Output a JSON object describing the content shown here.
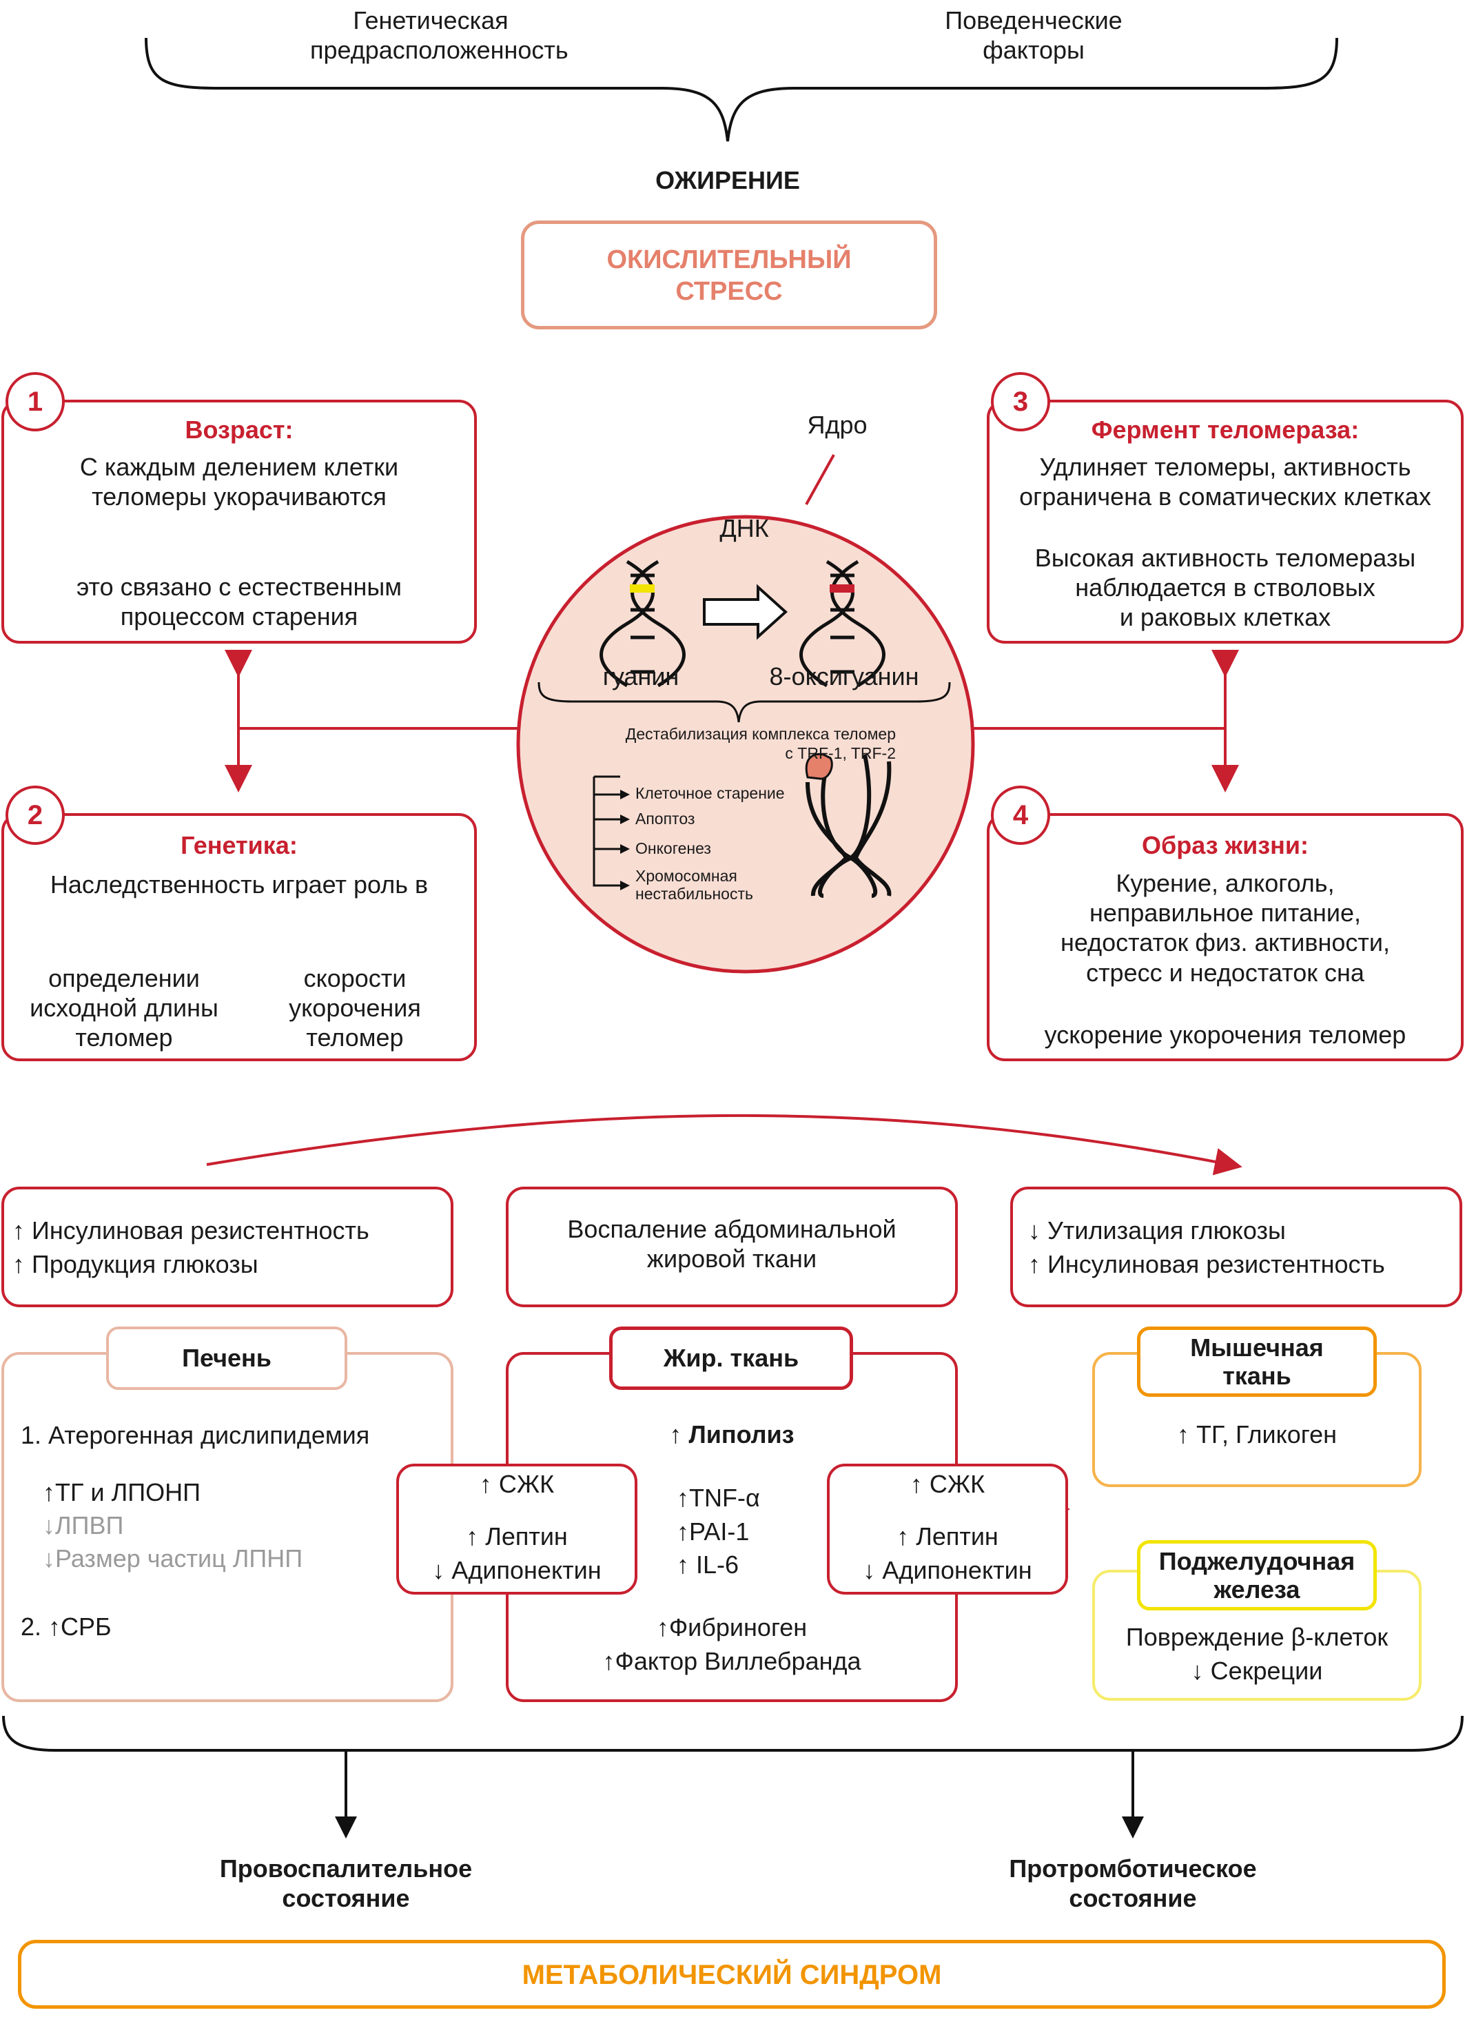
{
  "top": {
    "genetic": "Генетическая\nпредрасположенность",
    "behavioral": "Поведенческие\nфакторы",
    "obesity": "ОЖИРЕНИЕ",
    "oxidative_stress": "ОКИСЛИТЕЛЬНЫЙ\nСТРЕСС"
  },
  "factors": [
    {
      "num": "1",
      "title": "Возраст:",
      "text1": "С каждым делением клетки\nтеломеры укорачиваются",
      "text2": "это связано с естественным\nпроцессом старения"
    },
    {
      "num": "2",
      "title": "Генетика:",
      "text1": "Наследственность играет роль в",
      "left": "определении\nисходной длины\nтеломер",
      "right": "скорости\nукорочения\nтеломер"
    },
    {
      "num": "3",
      "title": "Фермент теломераза:",
      "text1": "Удлиняет теломеры, активность\nограничена в соматических клетках",
      "text2": "Высокая активность теломеразы\nнаблюдается в стволовых\nи раковых клетках"
    },
    {
      "num": "4",
      "title": "Образ жизни:",
      "text1": "Курение, алкоголь,\nнеправильное питание,\nнедостаток физ. активности,\nстресс и недостаток сна",
      "text2": "ускорение укорочения теломер"
    }
  ],
  "nucleus": {
    "label": "Ядро",
    "dna": "ДНК",
    "guanine": "гуанин",
    "oxoguanine": "8-оксигуанин",
    "destab": "Дестабилизация комплекса теломер\nс TRF-1, TRF-2",
    "outcomes": [
      "Клеточное старение",
      "Апоптоз",
      "Онкогенез",
      "Хромосомная\nнестабильность"
    ]
  },
  "effects": {
    "left": "↑ Инсулиновая резистентность\n↑ Продукция глюкозы",
    "center": "Воспаление абдоминальной\nжировой ткани",
    "right": "↓ Утилизация глюкозы\n↑ Инсулиновая резистентность"
  },
  "liver": {
    "title": "Печень",
    "item1": "1. Атерогенная дислипидемия",
    "tg": "↑ТГ и ЛПОНП",
    "hdl": "↓ЛПВП",
    "ldl": "↓Размер частиц ЛПНП",
    "item2": "2. ↑СРБ"
  },
  "fat": {
    "title": "Жир. ткань",
    "lipolysis": "↑ Липолиз",
    "markers": "↑TNF-α\n↑PAI-1\n↑ IL-6",
    "coag": "↑Фибриноген\n↑Фактор Виллебранда",
    "ffa_left": "↑ СЖК",
    "adipo_left": "↑ Лептин\n↓ Адипонектин",
    "ffa_right": "↑ СЖК",
    "adipo_right": "↑ Лептин\n↓ Адипонектин"
  },
  "muscle": {
    "title": "Мышечная\nткань",
    "text": "↑ ТГ, Гликоген"
  },
  "pancreas": {
    "title": "Поджелудочная\nжелеза",
    "text": "Повреждение β-клеток\n↓ Секреции"
  },
  "outcomes": {
    "proinflammatory": "Провоспалительное\nсостояние",
    "prothrombotic": "Протромботическое\nсостояние",
    "metabolic_syndrome": "МЕТАБОЛИЧЕСКИЙ СИНДРОМ"
  },
  "colors": {
    "red": "#c8202f",
    "salmon": "#e5997f",
    "peach": "#e8b7a3",
    "orange": "#f29400",
    "yellow": "#f2e400",
    "nucleus_fill": "#f8ddd3"
  }
}
